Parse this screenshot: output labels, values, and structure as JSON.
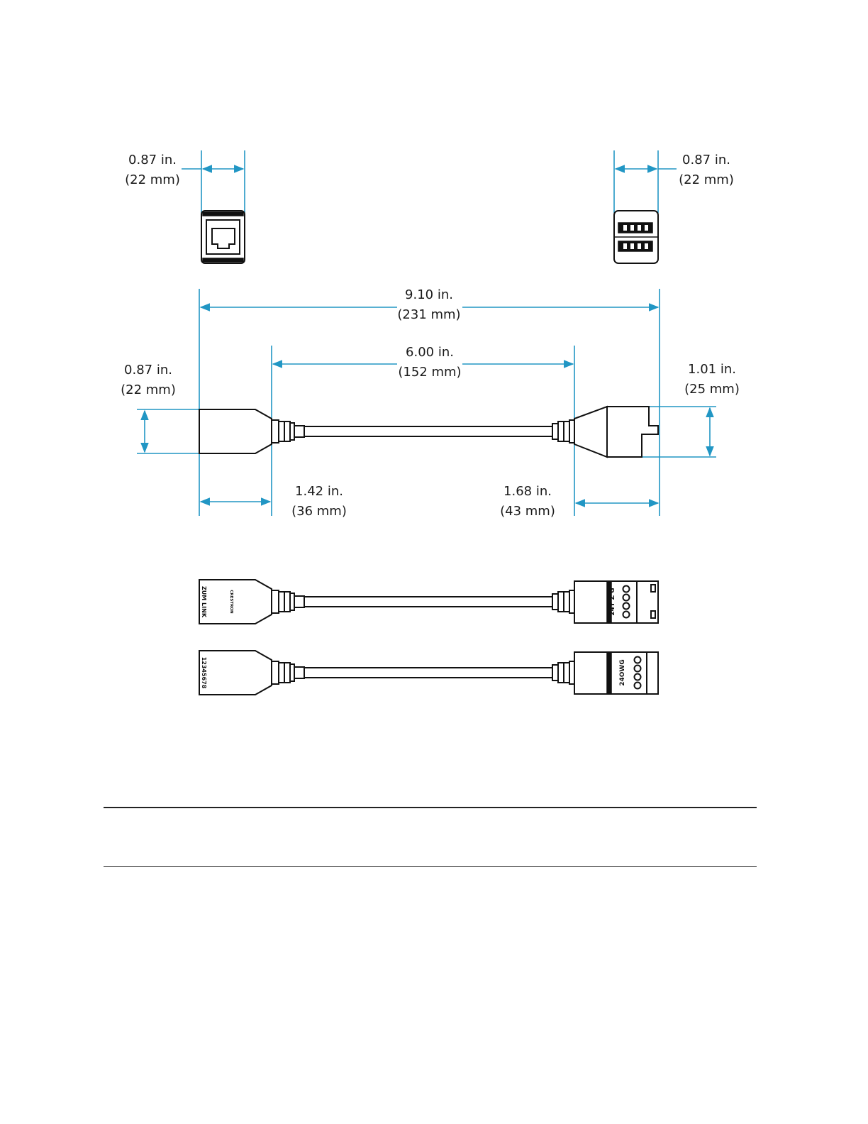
{
  "dimensions": {
    "left_end_width": {
      "imperial": "0.87 in.",
      "metric": "(22 mm)"
    },
    "right_end_width": {
      "imperial": "0.87 in.",
      "metric": "(22 mm)"
    },
    "overall_length": {
      "imperial": "9.10 in.",
      "metric": "(231 mm)"
    },
    "cable_length": {
      "imperial": "6.00 in.",
      "metric": "(152 mm)"
    },
    "left_height": {
      "imperial": "0.87 in.",
      "metric": "(22 mm)"
    },
    "right_height": {
      "imperial": "1.01 in.",
      "metric": "(25 mm)"
    },
    "left_connector_length": {
      "imperial": "1.42 in.",
      "metric": "(36 mm)"
    },
    "right_connector_length": {
      "imperial": "1.68 in.",
      "metric": "(43 mm)"
    }
  },
  "labels": {
    "jack_side_top": "ZUM LINK",
    "jack_side_top_small": "CRESTRON",
    "terminal_top": "24Y Z G",
    "jack_side_bottom": "12345678",
    "terminal_bottom": "24OWG"
  },
  "colors": {
    "dimension_line": "#2196c4",
    "outline": "#111111"
  }
}
